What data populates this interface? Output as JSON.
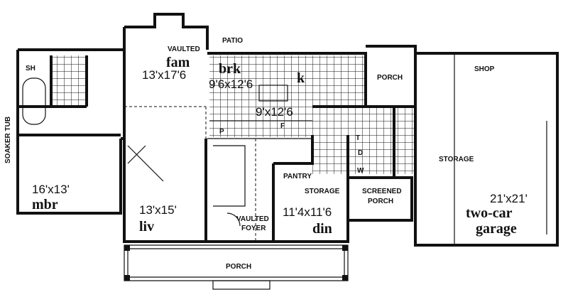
{
  "plan": {
    "labels": {
      "sh": "SH",
      "soaker_tub": "SOAKER TUB",
      "mbr_dim": "16'x13'",
      "mbr": "mbr",
      "fam_vaulted": "VAULTED",
      "fam": "fam",
      "fam_dim": "13'x17'6",
      "patio": "PATIO",
      "brk": "brk",
      "brk_dim": "9'6x12'6",
      "k": "k",
      "k_dim": "9'x12'6",
      "p": "P",
      "f": "F",
      "t": "T",
      "d": "D",
      "w": "W",
      "pantry": "PANTRY",
      "storage_1": "STORAGE",
      "storage_2": "STORAGE",
      "screened": "SCREENED",
      "screened_porch": "PORCH",
      "rear_porch": "PORCH",
      "shop": "SHOP",
      "garage_dim": "21'x21'",
      "garage_1": "two-car",
      "garage_2": "garage",
      "liv_dim": "13'x15'",
      "liv": "liv",
      "foyer_vaulted": "VAULTED",
      "foyer": "FOYER",
      "din_dim": "11'4x11'6",
      "din": "din",
      "front_porch": "PORCH"
    }
  }
}
